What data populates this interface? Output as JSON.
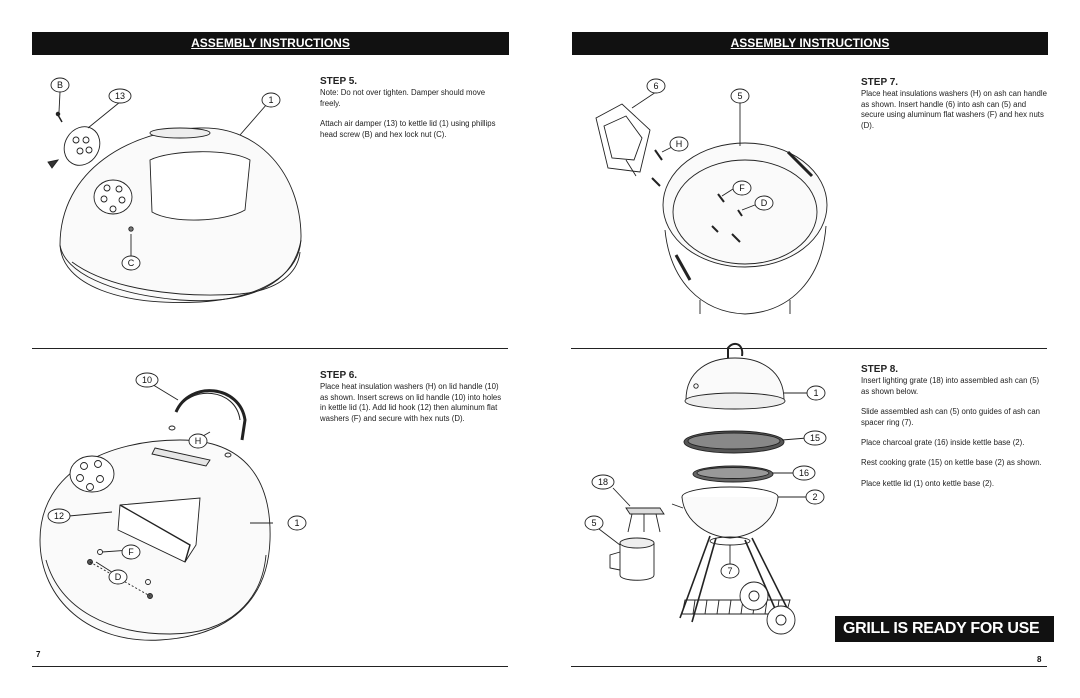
{
  "left_page": {
    "header": "ASSEMBLY INSTRUCTIONS",
    "page_number": "7",
    "step5": {
      "title": "STEP 5.",
      "paragraphs": [
        "Note: Do not over tighten.  Damper should move freely.",
        "Attach air damper (13) to kettle lid (1)  using phillips head screw (B) and hex lock nut (C)."
      ],
      "callouts": [
        "B",
        "13",
        "1",
        "C"
      ]
    },
    "step6": {
      "title": "STEP 6.",
      "paragraphs": [
        "Place heat insulation washers (H) on lid handle (10) as shown. Insert screws on lid handle (10) into holes in kettle lid (1).  Add lid hook (12) then aluminum flat washers (F) and secure with hex nuts (D)."
      ],
      "callouts": [
        "10",
        "H",
        "12",
        "1",
        "F",
        "D"
      ]
    }
  },
  "right_page": {
    "header": "ASSEMBLY INSTRUCTIONS",
    "page_number": "8",
    "step7": {
      "title": "STEP 7.",
      "paragraphs": [
        "Place heat insulations washers (H) on ash can handle as shown. Insert handle (6) into ash can (5) and secure using aluminum flat washers (F) and hex nuts (D)."
      ],
      "callouts": [
        "6",
        "5",
        "H",
        "F",
        "D"
      ]
    },
    "step8": {
      "title": "STEP 8.",
      "paragraphs": [
        "Insert lighting grate (18) into assembled ash can (5) as shown below.",
        "Slide assembled ash can (5) onto guides of ash can spacer ring (7).",
        "Place charcoal grate (16) inside kettle base (2).",
        "Rest cooking grate (15) on kettle base (2) as shown.",
        "Place kettle lid (1) onto kettle base (2)."
      ],
      "callouts": [
        "1",
        "15",
        "16",
        "18",
        "2",
        "5",
        "7"
      ]
    },
    "banner": "GRILL IS READY FOR USE"
  }
}
